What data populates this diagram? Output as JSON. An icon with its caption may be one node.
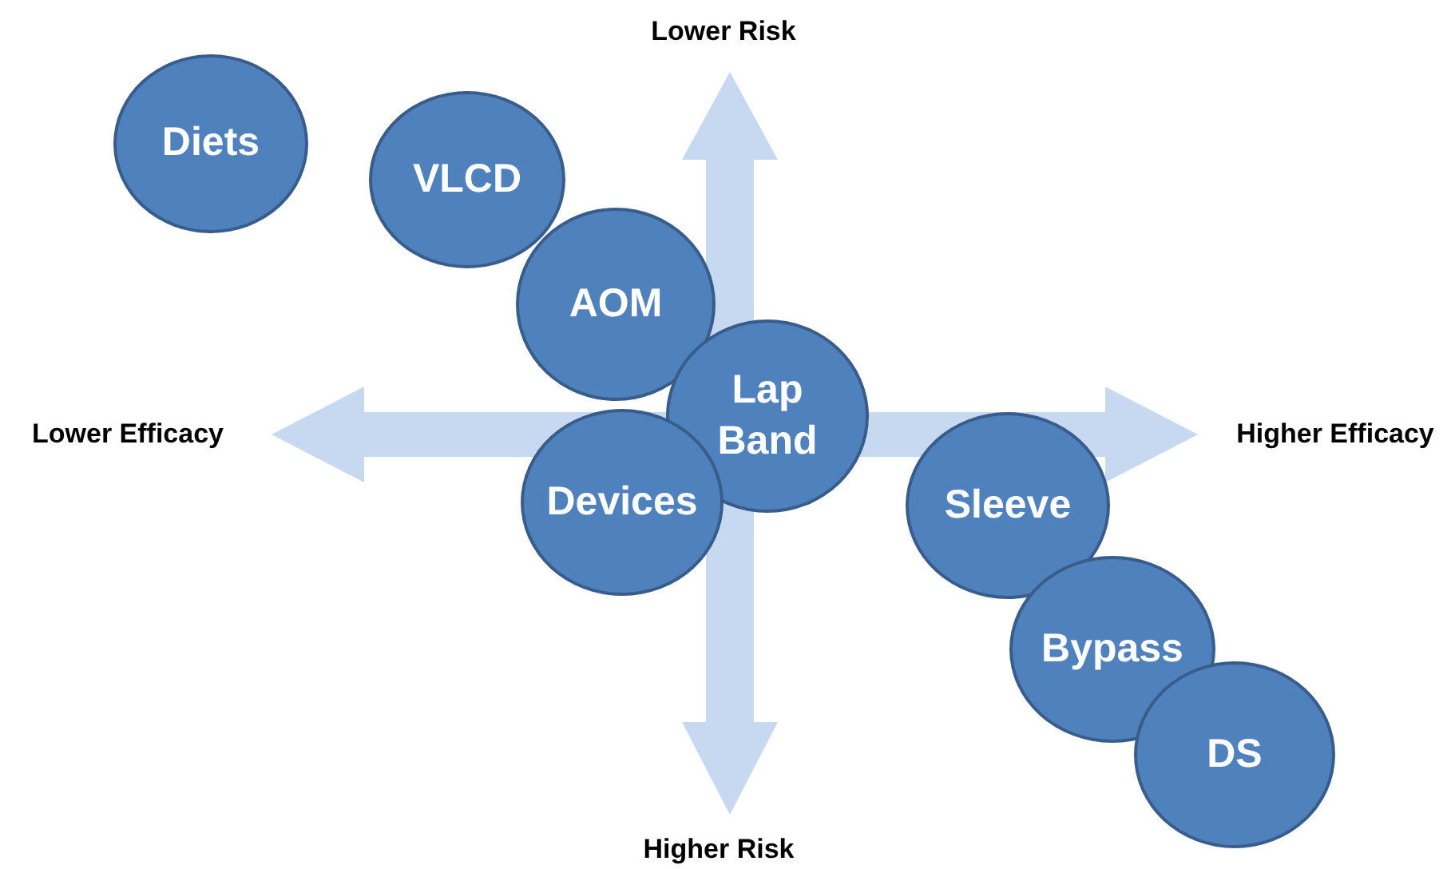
{
  "diagram": {
    "nodes": [
      {
        "text": [
          "Diets"
        ]
      },
      {
        "text": [
          "VLCD"
        ]
      },
      {
        "text": [
          "AOM"
        ]
      },
      {
        "text": [
          "Lap Band"
        ]
      },
      {
        "text": [
          "Devices"
        ]
      },
      {
        "text": [
          "Sleeve"
        ]
      },
      {
        "text": [
          "Bypass"
        ]
      },
      {
        "text": [
          "DS"
        ]
      }
    ],
    "labels": [
      "Lower Risk",
      "Lower Efficacy",
      "Higher Efficacy",
      "Higher Risk"
    ]
  }
}
